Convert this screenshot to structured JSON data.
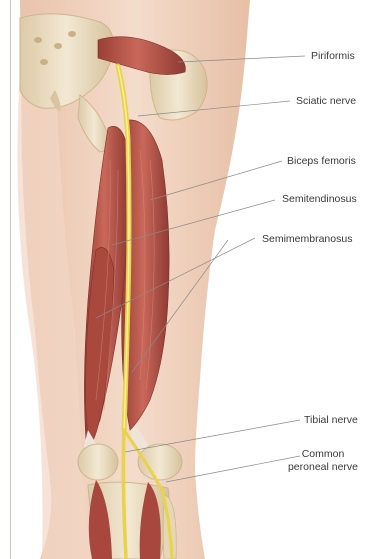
{
  "labels": {
    "piriformis": "Piriformis",
    "sciatic_nerve": "Sciatic nerve",
    "biceps_femoris": "Biceps femoris",
    "semitendinosus": "Semitendinosus",
    "semimembranosus": "Semimembranosus",
    "tibial_nerve": "Tibial nerve",
    "common_peroneal_line1": "Common",
    "common_peroneal_line2": "peroneal nerve"
  },
  "colors": {
    "skin": "#f1d5c3",
    "skin_shadow": "#e2b8a0",
    "bone": "#efe2c8",
    "bone_shadow": "#d9c6a0",
    "muscle": "#b9574a",
    "muscle_dark": "#8f3a33",
    "muscle_light": "#d98a7c",
    "tendon": "#efe4da",
    "nerve": "#e8d34a",
    "leader_line": "#8a8a8a"
  }
}
